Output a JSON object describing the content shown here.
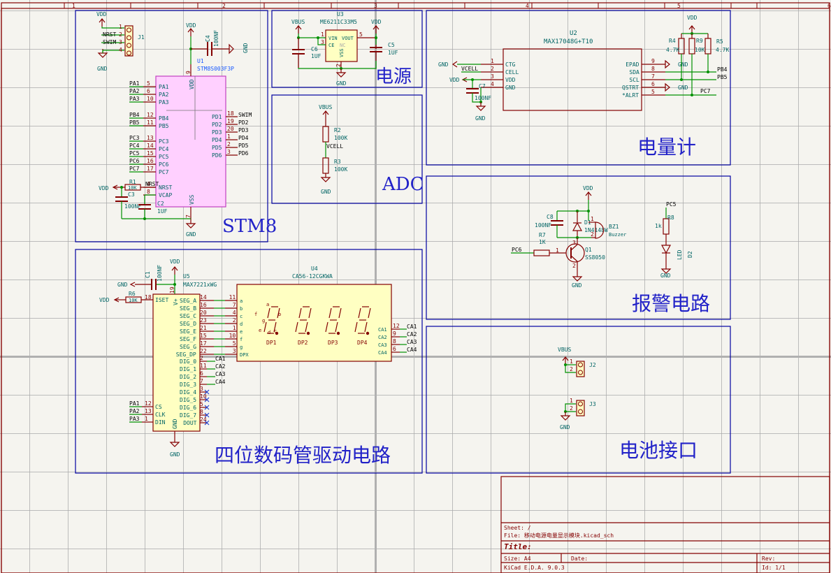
{
  "border": {
    "columns": [
      "1",
      "2",
      "3",
      "4",
      "5",
      "6"
    ]
  },
  "colors": {
    "background": "#f5f4ef",
    "border": "#840000",
    "section": "#0000a0",
    "wire": "#009000",
    "component": "#840000",
    "component_fill": "#ffffc2",
    "mcu_fill": "#ffd0ff",
    "field_text": "#006464",
    "netlabel": "#000000",
    "section_title": "#2222c8"
  },
  "sections": {
    "stm8": "STM8",
    "power": "电源",
    "adc": "ADC",
    "fuel_gauge": "电量计",
    "alarm": "报警电路",
    "display": "四位数码管驱动电路",
    "battery": "电池接口"
  },
  "power_symbols": {
    "vdd": "VDD",
    "gnd": "GND",
    "vbus": "VBUS"
  },
  "j1": {
    "ref": "J1",
    "pins": [
      {
        "num": "1",
        "net": ""
      },
      {
        "num": "2",
        "net": "NRST"
      },
      {
        "num": "3",
        "net": "SWIM"
      },
      {
        "num": "4",
        "net": ""
      }
    ]
  },
  "c4": {
    "ref": "C4",
    "value": "100NF"
  },
  "u1": {
    "ref": "U1",
    "value": "STM8S003F3P",
    "vdd_pin": {
      "num": "9",
      "name": "VDD"
    },
    "vss_pin": {
      "num": "7",
      "name": "VSS"
    },
    "left_pins": [
      {
        "net": "PA1",
        "num": "5",
        "name": "PA1"
      },
      {
        "net": "PA2",
        "num": "6",
        "name": "PA2"
      },
      {
        "net": "PA3",
        "num": "10",
        "name": "PA3"
      },
      {
        "net": "PB4",
        "num": "12",
        "name": "PB4"
      },
      {
        "net": "PB5",
        "num": "11",
        "name": "PB5"
      },
      {
        "net": "PC3",
        "num": "13",
        "name": "PC3"
      },
      {
        "net": "PC4",
        "num": "14",
        "name": "PC4"
      },
      {
        "net": "PC5",
        "num": "15",
        "name": "PC5"
      },
      {
        "net": "PC6",
        "num": "16",
        "name": "PC6"
      },
      {
        "net": "PC7",
        "num": "17",
        "name": "PC7"
      },
      {
        "net": "NRST",
        "num": "4",
        "name": "NRST"
      },
      {
        "net": "",
        "num": "8",
        "name": "VCAP"
      }
    ],
    "right_pins": [
      {
        "name": "PD1",
        "num": "18",
        "net": "SWIM"
      },
      {
        "name": "PD2",
        "num": "19",
        "net": "PD2"
      },
      {
        "name": "PD3",
        "num": "20",
        "net": "PD3"
      },
      {
        "name": "PD4",
        "num": "1",
        "net": "PD4"
      },
      {
        "name": "PD5",
        "num": "2",
        "net": "PD5"
      },
      {
        "name": "PD6",
        "num": "3",
        "net": "PD6"
      }
    ]
  },
  "r1": {
    "ref": "R1",
    "value": "10K"
  },
  "c3": {
    "ref": "C3",
    "value": "100NF"
  },
  "c2": {
    "ref": "C2",
    "value": "1UF"
  },
  "u3": {
    "ref": "U3",
    "value": "ME6211C33M5",
    "pins": {
      "vin": {
        "num": "1",
        "name": "VIN"
      },
      "ce": {
        "num": "3",
        "name": "CE"
      },
      "vout": {
        "num": "5",
        "name": "VOUT"
      },
      "nc": {
        "num": "4",
        "name": "NC"
      },
      "vss": {
        "num": "2",
        "name": "VSS"
      }
    }
  },
  "c6": {
    "ref": "C6",
    "value": "1UF"
  },
  "c5": {
    "ref": "C5",
    "value": "1UF"
  },
  "r2": {
    "ref": "R2",
    "value": "100K"
  },
  "r3": {
    "ref": "R3",
    "value": "100K"
  },
  "vcell": "VCELL",
  "u2": {
    "ref": "U2",
    "value": "MAX17048G+T10",
    "left_pins": [
      {
        "num": "1",
        "name": "CTG",
        "net": "GND"
      },
      {
        "num": "2",
        "name": "CELL",
        "net": "VCELL"
      },
      {
        "num": "3",
        "name": "VDD",
        "net": "VDD"
      },
      {
        "num": "4",
        "name": "GND",
        "net": ""
      }
    ],
    "right_pins": [
      {
        "num": "9",
        "name": "EPAD",
        "net": "GND"
      },
      {
        "num": "8",
        "name": "SDA",
        "net": "PB4"
      },
      {
        "num": "7",
        "name": "SCL",
        "net": "PB5"
      },
      {
        "num": "6",
        "name": "QSTRT",
        "net": "GND"
      },
      {
        "num": "5",
        "name": "*ALRT",
        "net": "PC7"
      }
    ]
  },
  "c7": {
    "ref": "C7",
    "value": "100NF"
  },
  "r4": {
    "ref": "R4",
    "value": "4.7K"
  },
  "r9": {
    "ref": "R9",
    "value": "10K"
  },
  "r5": {
    "ref": "R5",
    "value": "4.7K"
  },
  "c8": {
    "ref": "C8",
    "value": "100NF"
  },
  "d1": {
    "ref": "D1",
    "value": "1N4148W"
  },
  "bz1": {
    "ref": "BZ1",
    "value": "Buzzer",
    "pin1": "1",
    "pin2": "2"
  },
  "r7": {
    "ref": "R7",
    "value": "1K"
  },
  "q1": {
    "ref": "Q1",
    "value": "SS8050",
    "pin1": "1",
    "pin2": "2",
    "pin3": "3"
  },
  "pc6": "PC6",
  "pc5": "PC5",
  "r8": {
    "ref": "R8",
    "value": "1k"
  },
  "d2": {
    "ref": "D2",
    "value": "LED"
  },
  "c1": {
    "ref": "C1",
    "value": "100NF"
  },
  "r6": {
    "ref": "R6",
    "value": "10K"
  },
  "u5": {
    "ref": "U5",
    "value": "MAX7221xWG",
    "vplus": {
      "num": "19",
      "name": "V+"
    },
    "iset": {
      "num": "18",
      "name": "ISET"
    },
    "gnd_pin": {
      "num": "4",
      "name": "GND"
    },
    "seg_pins": [
      {
        "name": "SEG_A",
        "num": "14",
        "dnum": "11"
      },
      {
        "name": "SEG_B",
        "num": "16",
        "dnum": "7"
      },
      {
        "name": "SEG_C",
        "num": "20",
        "dnum": "4"
      },
      {
        "name": "SEG_D",
        "num": "23",
        "dnum": "2"
      },
      {
        "name": "SEG_E",
        "num": "21",
        "dnum": "1"
      },
      {
        "name": "SEG_F",
        "num": "15",
        "dnum": "10"
      },
      {
        "name": "SEG_G",
        "num": "17",
        "dnum": "5"
      },
      {
        "name": "SEG_DP",
        "num": "22",
        "dnum": "3"
      }
    ],
    "dig_pins": [
      {
        "name": "DIG_0",
        "num": "2",
        "net": "CA1"
      },
      {
        "name": "DIG_1",
        "num": "11",
        "net": "CA2"
      },
      {
        "name": "DIG_2",
        "num": "6",
        "net": "CA3"
      },
      {
        "name": "DIG_3",
        "num": "7",
        "net": "CA4"
      },
      {
        "name": "DIG_4",
        "num": "3",
        "net": ""
      },
      {
        "name": "DIG_5",
        "num": "10",
        "net": ""
      },
      {
        "name": "DIG_6",
        "num": "5",
        "net": ""
      },
      {
        "name": "DIG_7",
        "num": "8",
        "net": ""
      },
      {
        "name": "DOUT",
        "num": "24",
        "net": ""
      }
    ],
    "ctrl_pins": [
      {
        "net": "PA1",
        "num": "12",
        "name": "CS"
      },
      {
        "net": "PA2",
        "num": "13",
        "name": "CLK"
      },
      {
        "net": "PA3",
        "num": "1",
        "name": "DIN"
      }
    ]
  },
  "u4": {
    "ref": "U4",
    "value": "CA56-12CGKWA",
    "seg_labels": [
      "a",
      "b",
      "c",
      "d",
      "e",
      "f",
      "g",
      "DPX"
    ],
    "digit_labels": {
      "a": "a",
      "b": "b",
      "c": "c",
      "d": "d",
      "e": "e",
      "f": "f",
      "g": "g"
    },
    "dp_labels": [
      "DP1",
      "DP2",
      "DP3",
      "DP4"
    ],
    "ca_pins": [
      {
        "name": "CA1",
        "num": "12",
        "net": "CA1"
      },
      {
        "name": "CA2",
        "num": "9",
        "net": "CA2"
      },
      {
        "name": "CA3",
        "num": "8",
        "net": "CA3"
      },
      {
        "name": "CA4",
        "num": "6",
        "net": "CA4"
      }
    ]
  },
  "j2": {
    "ref": "J2",
    "pin1": "1",
    "pin2": "2"
  },
  "j3": {
    "ref": "J3",
    "pin1": "1",
    "pin2": "2"
  },
  "title_block": {
    "sheet": "Sheet: /",
    "file": "File: 移动电源电量显示模块.kicad_sch",
    "title": "Title:",
    "size": "Size: A4",
    "date": "Date:",
    "rev": "Rev:",
    "tool": "KiCad E.D.A. 9.0.3",
    "id": "Id: 1/1"
  }
}
